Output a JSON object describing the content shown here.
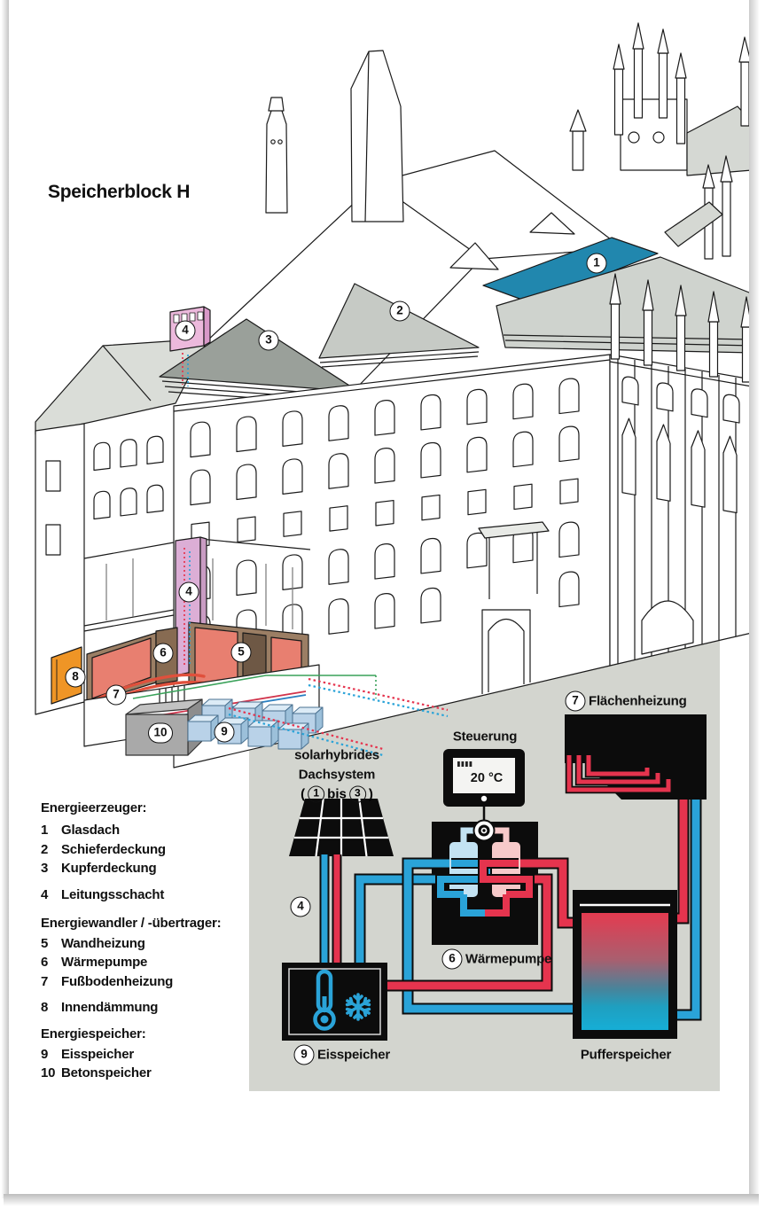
{
  "page": {
    "title": "Speicherblock H"
  },
  "legend": {
    "groups": [
      {
        "title": "Energieerzeuger:",
        "items": [
          {
            "n": "1",
            "label": "Glasdach"
          },
          {
            "n": "2",
            "label": "Schieferdeckung"
          },
          {
            "n": "3",
            "label": "Kupferdeckung"
          }
        ]
      },
      {
        "items": [
          {
            "n": "4",
            "label": "Leitungsschacht"
          }
        ]
      },
      {
        "title": "Energiewandler / -übertrager:",
        "items": [
          {
            "n": "5",
            "label": "Wandheizung"
          },
          {
            "n": "6",
            "label": "Wärmepumpe"
          },
          {
            "n": "7",
            "label": "Fußbodenheizung"
          }
        ]
      },
      {
        "items": [
          {
            "n": "8",
            "label": "Innendämmung"
          }
        ]
      },
      {
        "title": "Energiespeicher:",
        "items": [
          {
            "n": "9",
            "label": "Eisspeicher"
          },
          {
            "n": "10",
            "label": "Betonspeicher"
          }
        ]
      }
    ]
  },
  "building": {
    "badges": [
      {
        "n": "1"
      },
      {
        "n": "2"
      },
      {
        "n": "3"
      },
      {
        "n": "4"
      },
      {
        "n": "4"
      },
      {
        "n": "5"
      },
      {
        "n": "6"
      },
      {
        "n": "7"
      },
      {
        "n": "8"
      },
      {
        "n": "9"
      },
      {
        "n": "10"
      }
    ]
  },
  "schematic": {
    "solar": {
      "line1": "solarhybrides",
      "line2": "Dachsystem",
      "open": "(",
      "from": "1",
      "mid": "bis",
      "to": "3",
      "close": ")"
    },
    "steuerung": {
      "label": "Steuerung",
      "display": "20 °C"
    },
    "flaechenheizung": {
      "n": "7",
      "label": "Flächenheizung"
    },
    "shaft_badge": "4",
    "waermepumpe": {
      "n": "6",
      "label": "Wärmepumpe"
    },
    "eisspeicher": {
      "n": "9",
      "label": "Eisspeicher"
    },
    "pufferspeicher": {
      "label": "Pufferspeicher"
    }
  },
  "colors": {
    "pipe_red": "#e5344e",
    "pipe_blue": "#2aa3d8",
    "panel_gray": "#d3d5cf",
    "box_black": "#0c0c0c",
    "glass_roof": "#2187ae",
    "shaft_pink": "#dcaed6",
    "wall_salmon": "#e87f70",
    "insulation_orange": "#ef9526",
    "ice_blue": "#b9d2e8",
    "exchanger_cold": "#c3e3f3",
    "exchanger_warm": "#f7caca"
  }
}
